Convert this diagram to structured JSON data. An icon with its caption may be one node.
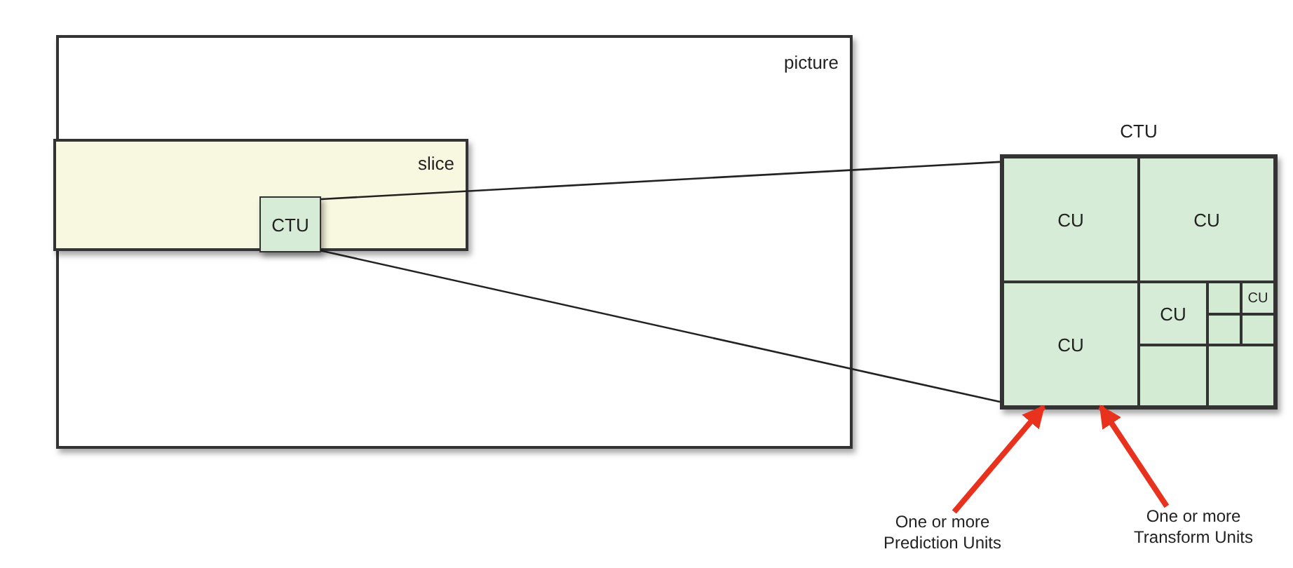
{
  "diagram": {
    "nodes": [
      {
        "text": [
          "picture"
        ]
      },
      {
        "text": [
          "slice"
        ],
        "in": 0
      },
      {
        "text": [
          "CTU"
        ],
        "in": 1
      },
      {
        "text": [
          "CTU"
        ]
      },
      {
        "text": [
          "CU"
        ],
        "in": 3
      },
      {
        "text": [
          "CU"
        ],
        "in": 3
      },
      {
        "text": [
          "CU"
        ],
        "in": 3
      },
      {
        "text": [
          "CU"
        ],
        "in": 3
      },
      {
        "text": [],
        "shape": "box",
        "in": 3
      },
      {
        "text": [
          "CU"
        ],
        "in": 3
      },
      {
        "text": [],
        "shape": "box",
        "in": 3
      },
      {
        "text": [],
        "shape": "box",
        "in": 3
      },
      {
        "text": [],
        "shape": "box",
        "in": 3
      },
      {
        "text": [],
        "shape": "box",
        "in": 3
      },
      {
        "text": [
          "One or more Prediction Units"
        ]
      },
      {
        "text": [
          "One or more Transform Units"
        ]
      }
    ],
    "edges": [
      {
        "from": 2,
        "to": 3,
        "arrow": "none"
      },
      {
        "from": 2,
        "to": 3,
        "arrow": "none"
      },
      {
        "from": 14,
        "to": 6,
        "arrow": "to",
        "style": "thick",
        "color": "#e8321e"
      },
      {
        "from": 15,
        "to": 6,
        "arrow": "to",
        "style": "thick",
        "color": "#e8321e"
      }
    ]
  }
}
